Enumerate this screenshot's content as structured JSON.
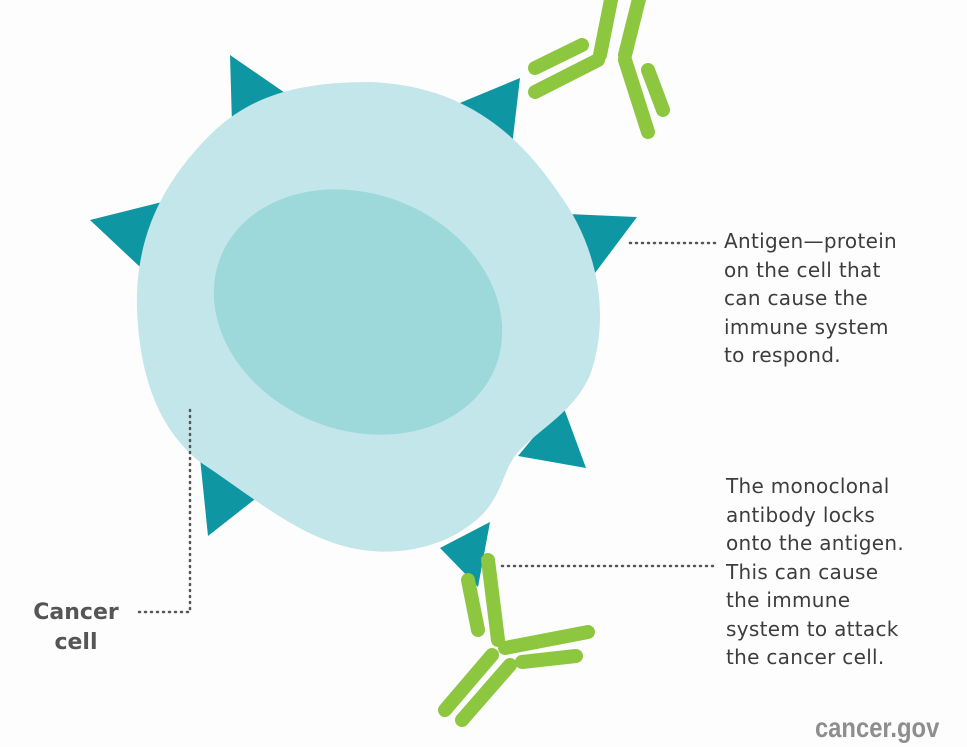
{
  "labels": {
    "antigen": "Antigen—protein\non the cell that\ncan cause the\nimmune system\nto respond.",
    "antibody": "The monoclonal\nantibody locks\nonto the antigen.\nThis can cause\nthe immune\nsystem to attack\nthe cancer cell.",
    "cancer_cell": "Cancer\ncell"
  },
  "logo": "cancer.gov",
  "colors": {
    "cell": "#c2e6ea",
    "nucleus": "#9dd8da",
    "antigen": "#0e97a3",
    "antibody": "#8dc63f"
  }
}
